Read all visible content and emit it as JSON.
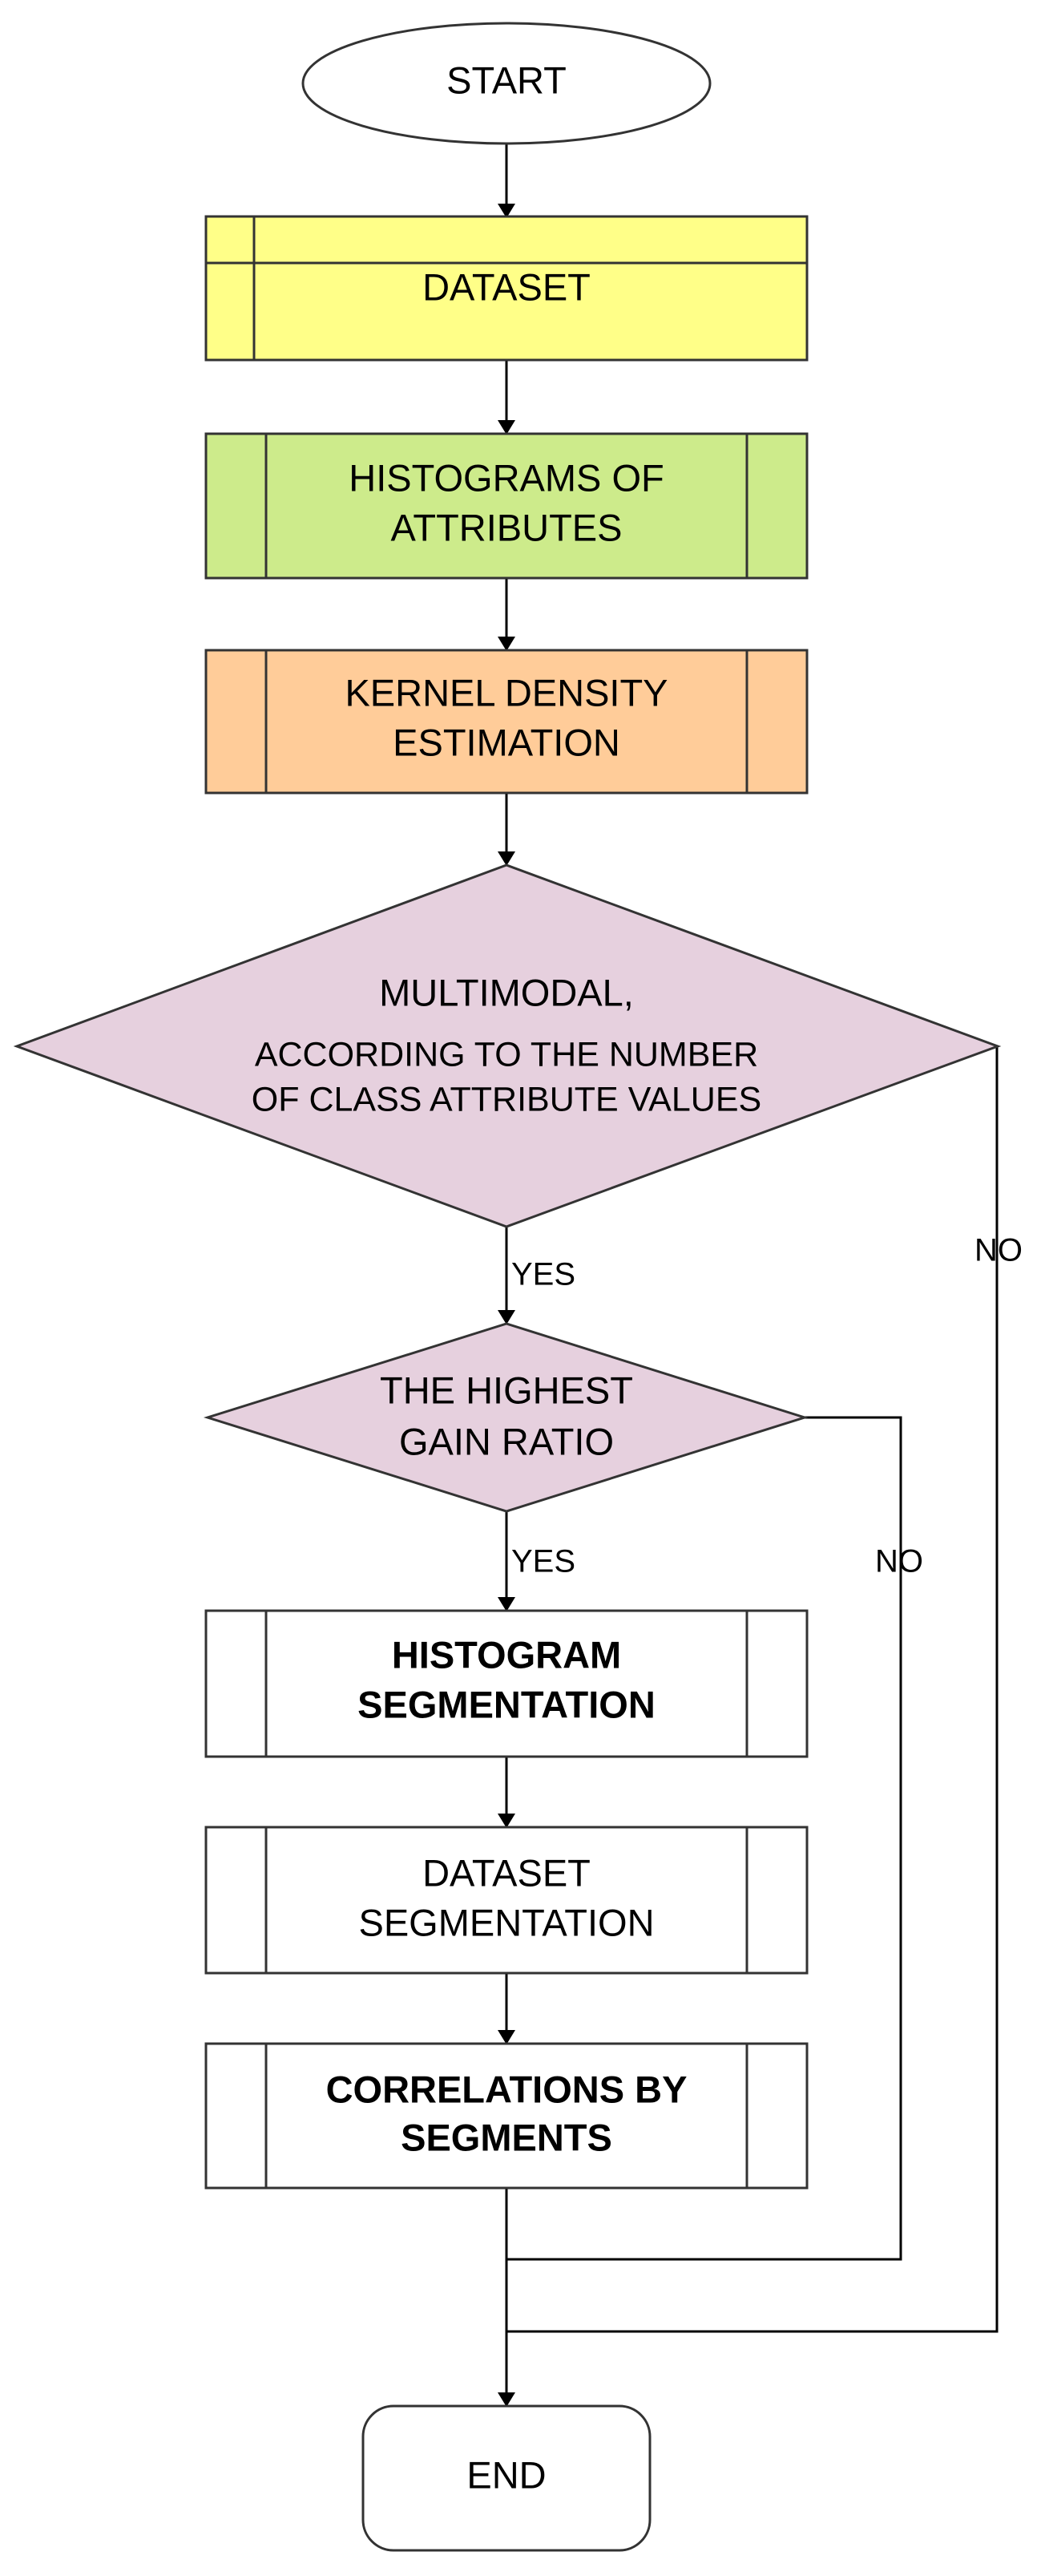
{
  "nodes": {
    "start": {
      "text": "START"
    },
    "dataset": {
      "text": "DATASET",
      "fill": "#FFFF88"
    },
    "histograms": {
      "line1": "HISTOGRAMS OF",
      "line2": "ATTRIBUTES",
      "fill": "#CDEB8B"
    },
    "kde": {
      "line1": "KERNEL DENSITY",
      "line2": "ESTIMATION",
      "fill": "#FFCC99"
    },
    "multimodal": {
      "line1": "MULTIMODAL,",
      "line2": "ACCORDING TO THE NUMBER",
      "line3": "OF CLASS ATTRIBUTE VALUES",
      "fill": "#E6D0DE"
    },
    "gain_ratio": {
      "line1": "THE HIGHEST",
      "line2": "GAIN RATIO",
      "fill": "#E6D0DE"
    },
    "hist_seg": {
      "line1": "HISTOGRAM",
      "line2": "SEGMENTATION"
    },
    "dataset_seg": {
      "line1": "DATASET",
      "line2": "SEGMENTATION"
    },
    "correlations": {
      "line1": "CORRELATIONS BY",
      "line2": "SEGMENTS"
    },
    "end": {
      "text": "END"
    }
  },
  "edges": {
    "multimodal_yes": "YES",
    "multimodal_no": "NO",
    "gain_yes": "YES",
    "gain_no": "NO"
  }
}
